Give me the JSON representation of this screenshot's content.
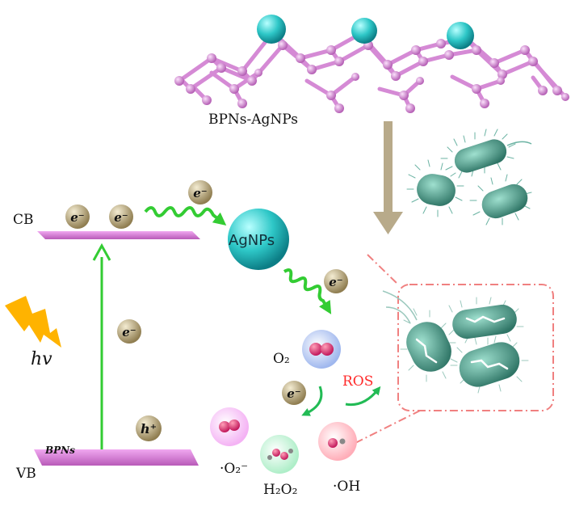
{
  "labels": {
    "structure": "BPNs-AgNPs",
    "cb": "CB",
    "vb": "VB",
    "hv": "hv",
    "bpns_band": "BPNs",
    "agnps": "AgNPs",
    "o2": "O₂",
    "ros": "ROS",
    "superoxide": "·O₂⁻",
    "h2o2": "H₂O₂",
    "hydroxyl": "·OH"
  },
  "particles": {
    "electron": "e⁻",
    "hole": "h⁺"
  },
  "colors": {
    "band": "#d878d8",
    "agnp": "#2ec7c7",
    "electron_bead": "#b5a272",
    "green_arrow": "#33cc33",
    "arrow_tan": "#b8aa8a",
    "bacteria": "#4f9a88",
    "ros": "#ff2a2a",
    "dashed_box": "#f08080",
    "lightning": "#ffb300"
  }
}
